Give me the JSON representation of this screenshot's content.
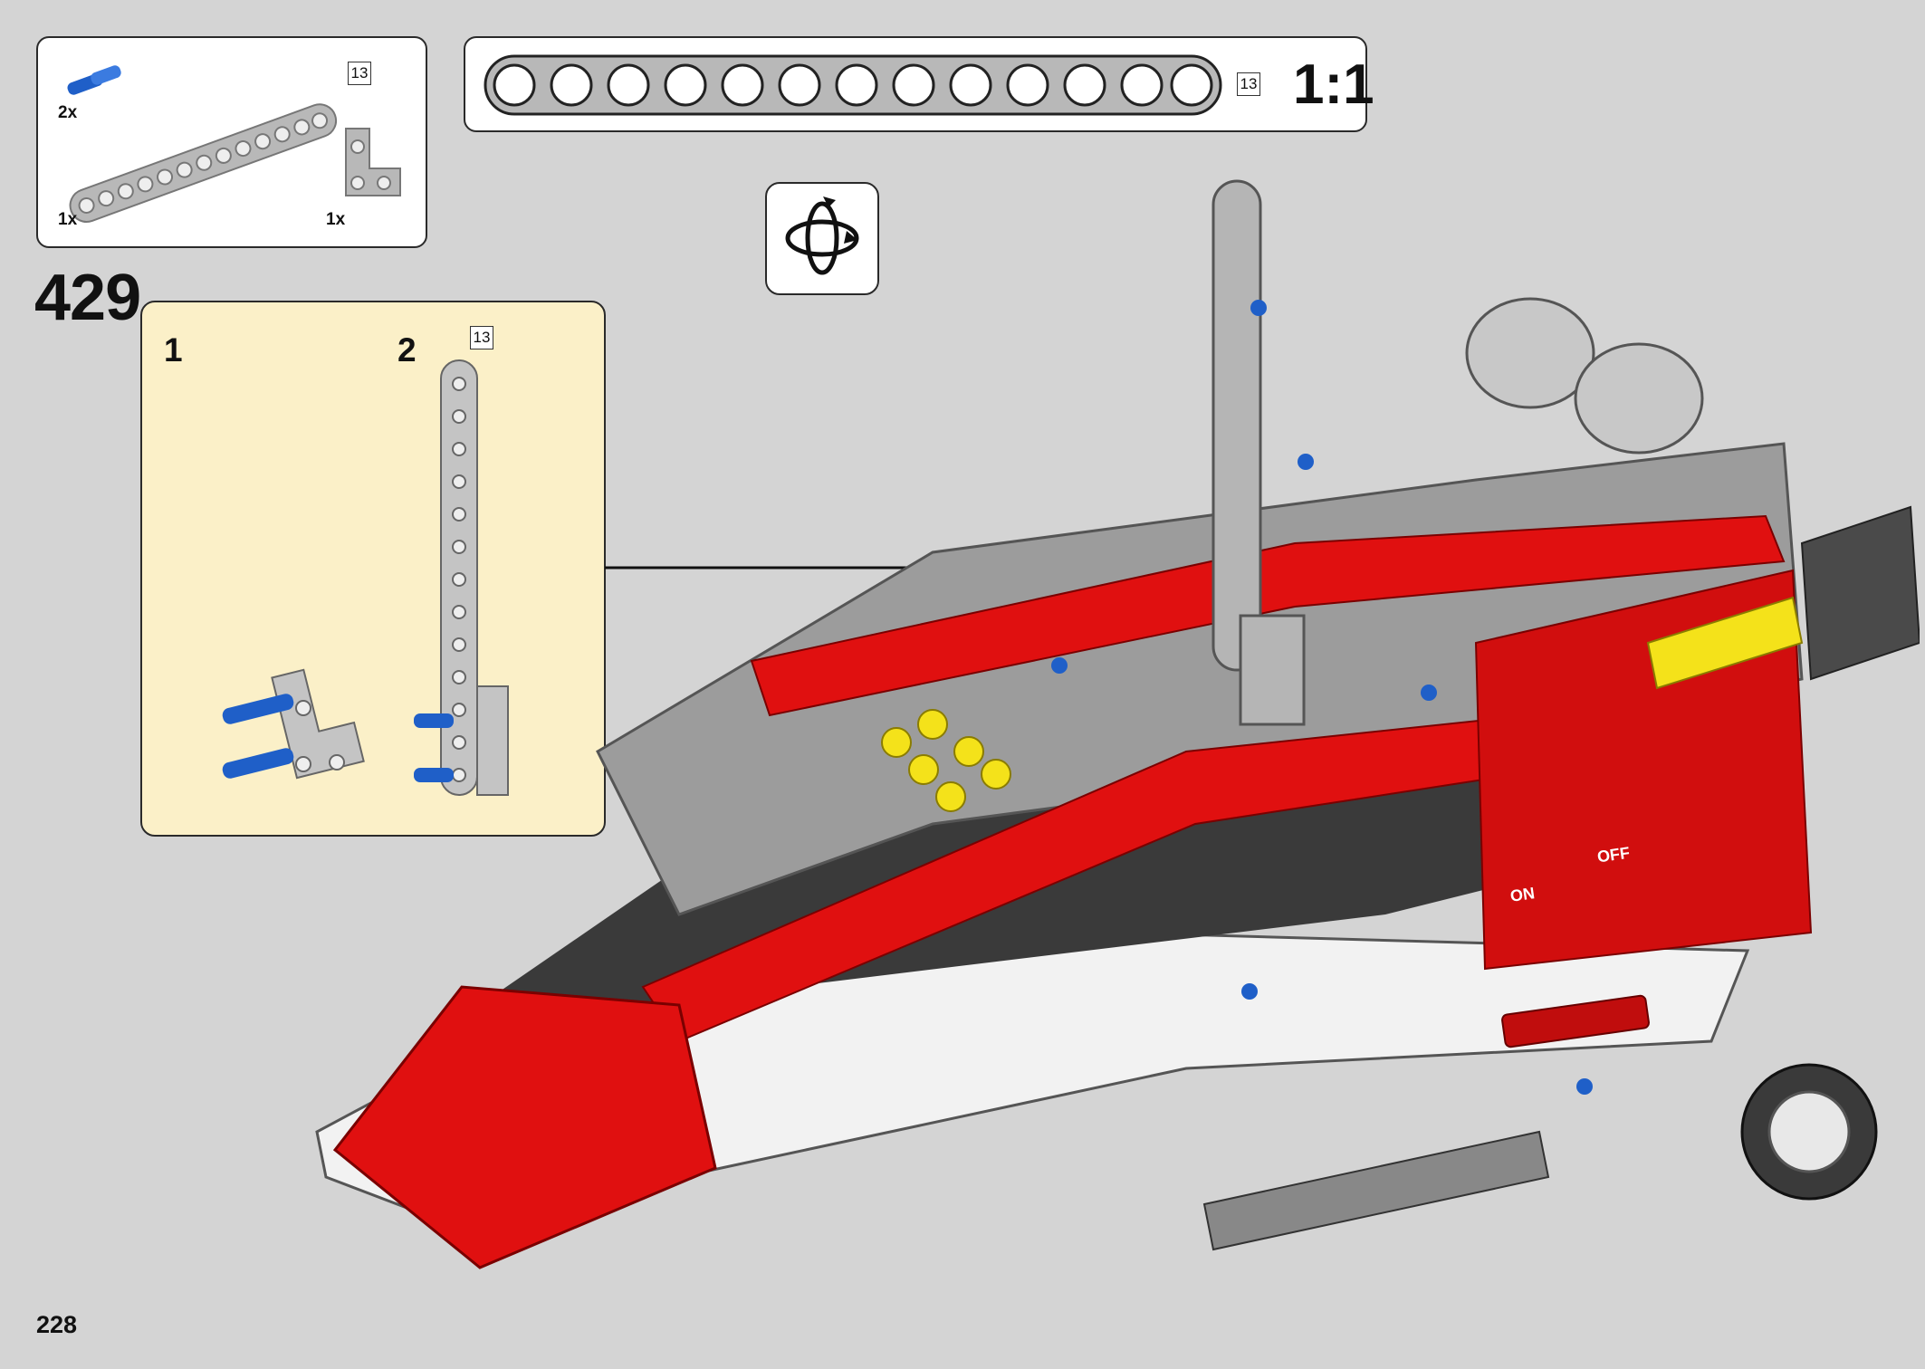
{
  "parts_list": {
    "items": [
      {
        "icon": "blue-pin-icon",
        "qty": "2x"
      },
      {
        "icon": "gray-beam-13-icon",
        "qty": "1x",
        "size_label": "13"
      },
      {
        "icon": "gray-l-connector-icon",
        "qty": "1x"
      }
    ]
  },
  "scale_reference": {
    "size_label": "13",
    "ratio_label": "1:1",
    "icon": "beam-13-scale-icon"
  },
  "rotate_indicator": {
    "icon": "rotate-model-icon"
  },
  "step": {
    "number": "429"
  },
  "sub_steps": {
    "step1_label": "1",
    "step2_label": "2",
    "step2_size_label": "13"
  },
  "model_labels": {
    "switch_on": "ON",
    "switch_off": "OFF"
  },
  "page": {
    "number": "228"
  },
  "colors": {
    "background": "#d4d4d4",
    "callout": "#fbf0c8",
    "red": "#e01010",
    "gray": "#a8a8a8",
    "blue": "#1f5fc8",
    "yellow": "#f4e21a"
  }
}
